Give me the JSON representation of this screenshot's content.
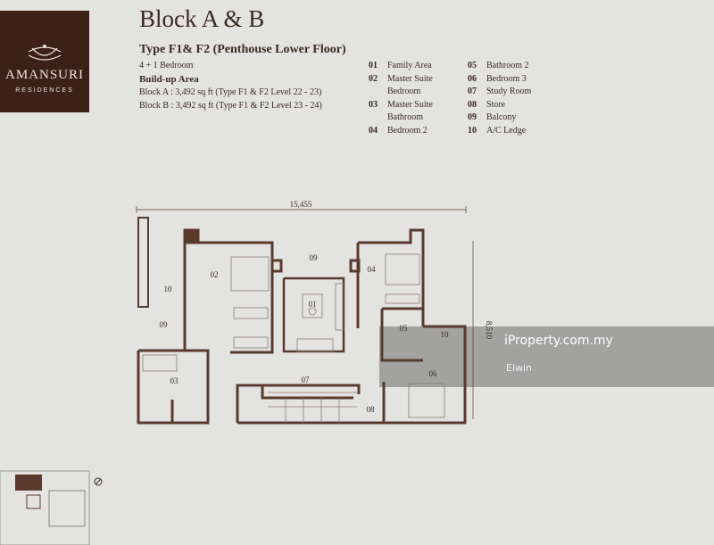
{
  "logo": {
    "name": "AMANSURI",
    "sub": "RESIDENCES"
  },
  "header": {
    "title": "Block A & B",
    "type": "Type F1& F2 (Penthouse Lower Floor)",
    "bedrooms": "4 + 1 Bedroom",
    "buildup_label": "Build-up Area",
    "block_a": "Block A : 3,492 sq ft (Type F1 & F2 Level 22 - 23)",
    "block_b": "Block B : 3,492 sq ft (Type F1 & F2 Level 23 - 24)"
  },
  "legend_col1": [
    {
      "num": "01",
      "label": "Family Area"
    },
    {
      "num": "02",
      "label": "Master Suite"
    },
    {
      "num": "",
      "label": "Bedroom"
    },
    {
      "num": "03",
      "label": "Master Suite"
    },
    {
      "num": "",
      "label": "Bathroom"
    },
    {
      "num": "04",
      "label": "Bedroom 2"
    }
  ],
  "legend_col2": [
    {
      "num": "05",
      "label": "Bathroom 2"
    },
    {
      "num": "06",
      "label": "Bedroom 3"
    },
    {
      "num": "07",
      "label": "Study Room"
    },
    {
      "num": "08",
      "label": "Store"
    },
    {
      "num": "09",
      "label": "Balcony"
    },
    {
      "num": "10",
      "label": "A/C Ledge"
    }
  ],
  "plan": {
    "width_dim": "15,455",
    "height_dim": "8,510",
    "rooms": {
      "r01": "01",
      "r02": "02",
      "r03": "03",
      "r04": "04",
      "r05": "05",
      "r06": "06",
      "r07": "07",
      "r08": "08",
      "r09a": "09",
      "r09b": "09",
      "r10a": "10",
      "r10b": "10"
    },
    "wall_color": "#5b3a2e"
  },
  "watermark": {
    "site": "iProperty.com.my",
    "agent": "Elwin"
  }
}
